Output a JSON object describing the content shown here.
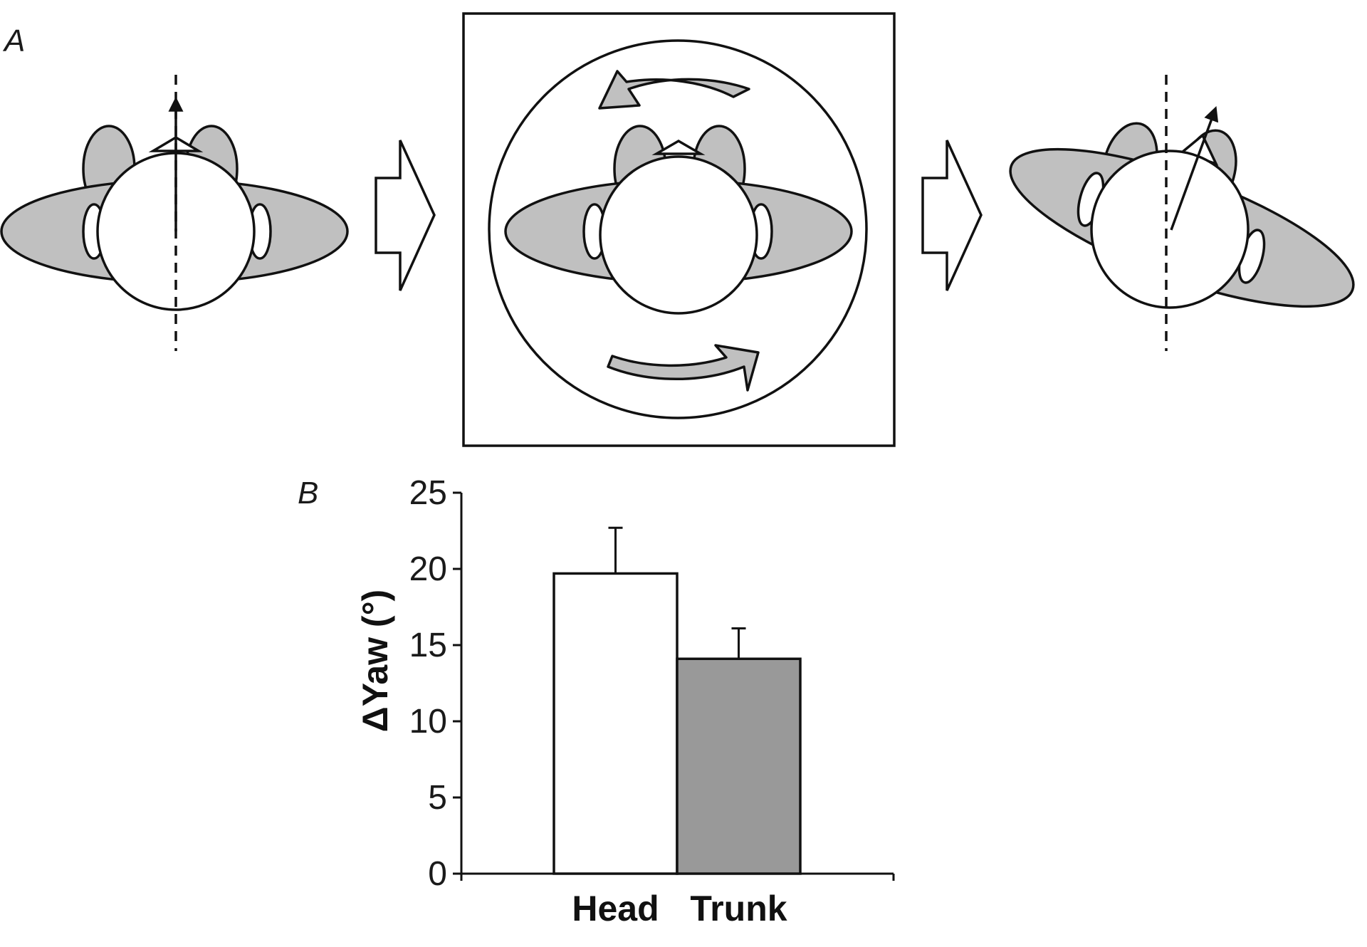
{
  "figure": {
    "panel_a_label": "A",
    "panel_b_label": "B"
  },
  "chart_data": {
    "type": "bar",
    "categories": [
      "Head",
      "Trunk"
    ],
    "values": [
      19.7,
      14.1
    ],
    "errors": [
      3.0,
      2.0
    ],
    "bar_colors": [
      "#ffffff",
      "#999999"
    ],
    "xlabel": "",
    "ylabel": "ΔYaw (°)",
    "ylim": [
      0,
      25
    ],
    "yticks": [
      0,
      5,
      10,
      15,
      20,
      25
    ],
    "grid": false
  }
}
